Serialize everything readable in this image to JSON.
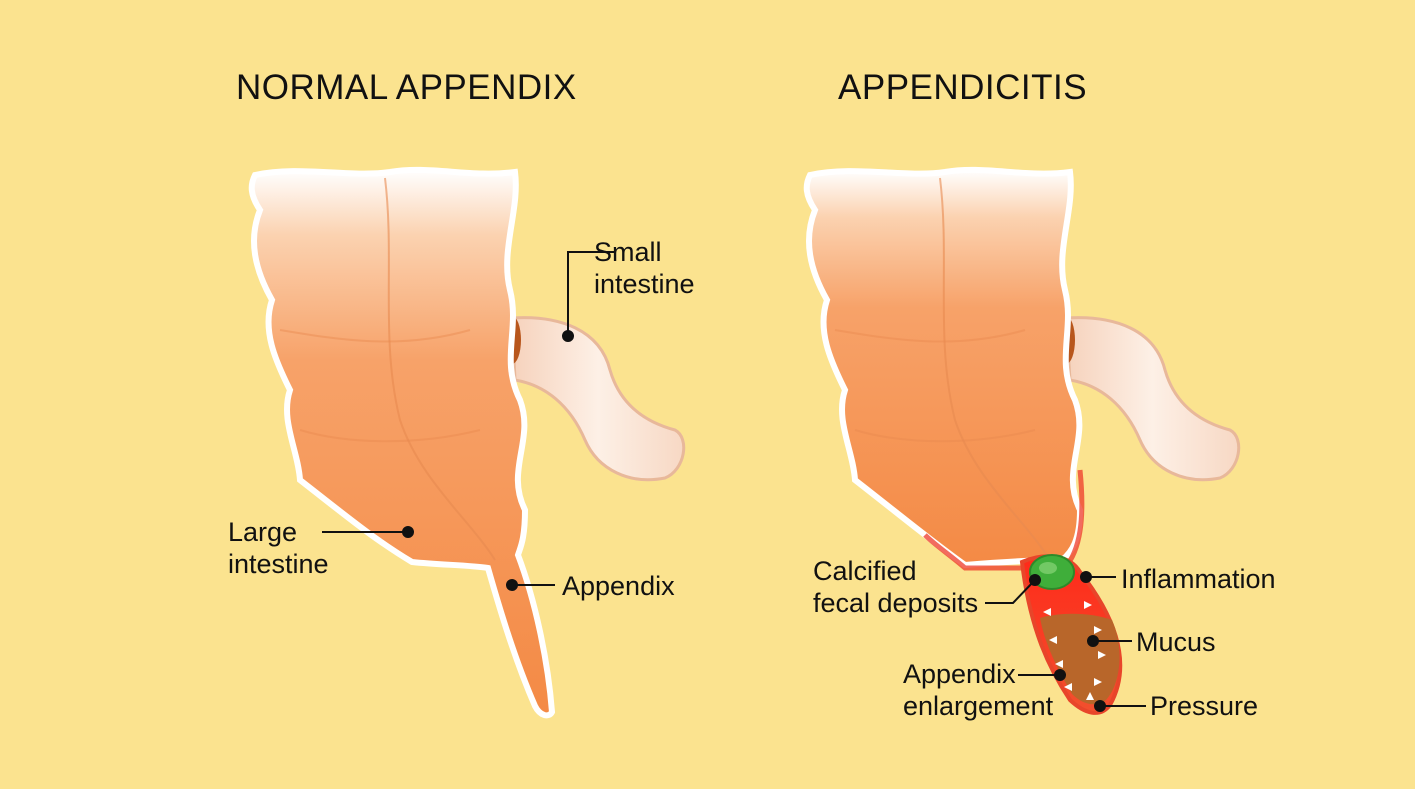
{
  "titles": {
    "normal": "NORMAL  APPENDIX",
    "disease": "APPENDICITIS"
  },
  "labels": {
    "small_intestine": [
      "Small",
      "intestine"
    ],
    "large_intestine": [
      "Large",
      "intestine"
    ],
    "appendix": "Appendix",
    "calcified": [
      "Calcified",
      "fecal deposits"
    ],
    "inflammation": "Inflammation",
    "mucus": "Mucus",
    "enlargement": [
      "Appendix",
      "enlargement"
    ],
    "pressure": "Pressure"
  },
  "colors": {
    "background": "#fbe38f",
    "colon": "#f59a5a",
    "small_intestine": "#fbe6d6",
    "inflammation": "#ee3a2a",
    "mucus": "#b8662a",
    "fecal_deposit": "#3fae3a"
  }
}
